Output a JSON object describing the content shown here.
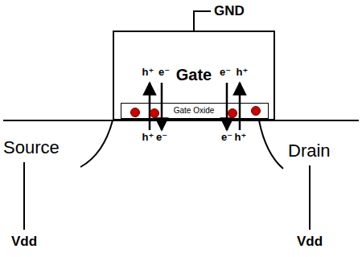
{
  "diagram": {
    "nodes": [
      {
        "text": [
          "Gate"
        ]
      },
      {
        "text": [
          "Gate Oxide"
        ],
        "in": 0
      }
    ],
    "labels": [
      "GND",
      "h⁺",
      "e⁻",
      "e⁻",
      "h⁺",
      "h⁺",
      "e⁻",
      "e⁻",
      "h⁺",
      "Source",
      "Drain",
      "Vdd",
      "Vdd"
    ]
  }
}
